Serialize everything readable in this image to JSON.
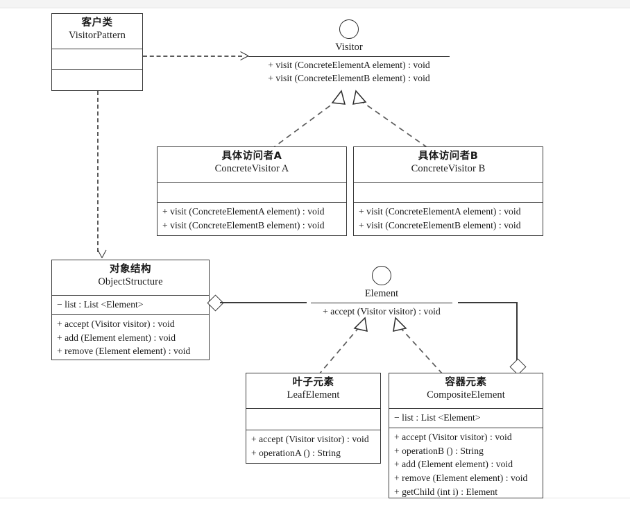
{
  "diagram": {
    "title": "Visitor Pattern UML Class Diagram",
    "stroke_color": "#3a3a3a",
    "background_color": "#ffffff"
  },
  "classes": {
    "visitor_pattern": {
      "cn": "客户类",
      "en": "VisitorPattern",
      "attributes": [],
      "methods": []
    },
    "concrete_visitor_a": {
      "cn": "具体访问者A",
      "en": "ConcreteVisitor A",
      "attributes": [],
      "methods": [
        "+ visit (ConcreteElementA element) : void",
        "+ visit (ConcreteElementB element) : void"
      ]
    },
    "concrete_visitor_b": {
      "cn": "具体访问者B",
      "en": "ConcreteVisitor B",
      "attributes": [],
      "methods": [
        "+ visit (ConcreteElementA element) : void",
        "+ visit (ConcreteElementB element) : void"
      ]
    },
    "object_structure": {
      "cn": "对象结构",
      "en": "ObjectStructure",
      "attributes": [
        "− list : List <Element>"
      ],
      "methods": [
        "+ accept (Visitor visitor) : void",
        "+ add (Element element) : void",
        "+ remove (Element element) : void"
      ]
    },
    "leaf_element": {
      "cn": "叶子元素",
      "en": "LeafElement",
      "attributes": [],
      "methods": [
        "+ accept (Visitor visitor) : void",
        "+ operationA () : String"
      ]
    },
    "composite_element": {
      "cn": "容器元素",
      "en": "CompositeElement",
      "attributes": [
        "− list : List <Element>"
      ],
      "methods": [
        "+ accept (Visitor visitor) : void",
        "+ operationB () : String",
        "+ add (Element element) : void",
        "+ remove (Element element) : void",
        "+ getChild (int i) : Element"
      ]
    }
  },
  "interfaces": {
    "visitor": {
      "name": "Visitor",
      "methods": [
        "+ visit (ConcreteElementA element) : void",
        "+ visit (ConcreteElementB element) : void"
      ]
    },
    "element": {
      "name": "Element",
      "methods": [
        "+ accept (Visitor visitor) : void"
      ]
    }
  },
  "relations": [
    {
      "name": "dependency-visitorpattern-to-visitor",
      "type": "dependency",
      "from": "VisitorPattern",
      "to": "Visitor"
    },
    {
      "name": "dependency-visitorpattern-to-objectstructure",
      "type": "dependency",
      "from": "VisitorPattern",
      "to": "ObjectStructure"
    },
    {
      "name": "realization-concretevisitora-to-visitor",
      "type": "realization",
      "from": "ConcreteVisitor A",
      "to": "Visitor"
    },
    {
      "name": "realization-concretevisitorb-to-visitor",
      "type": "realization",
      "from": "ConcreteVisitor B",
      "to": "Visitor"
    },
    {
      "name": "aggregation-objectstructure-to-element",
      "type": "aggregation",
      "from": "ObjectStructure",
      "to": "Element"
    },
    {
      "name": "realization-leafelement-to-element",
      "type": "realization",
      "from": "LeafElement",
      "to": "Element"
    },
    {
      "name": "realization-compositeelement-to-element",
      "type": "realization",
      "from": "CompositeElement",
      "to": "Element"
    },
    {
      "name": "aggregation-compositeelement-to-element",
      "type": "aggregation",
      "from": "CompositeElement",
      "to": "Element"
    }
  ]
}
